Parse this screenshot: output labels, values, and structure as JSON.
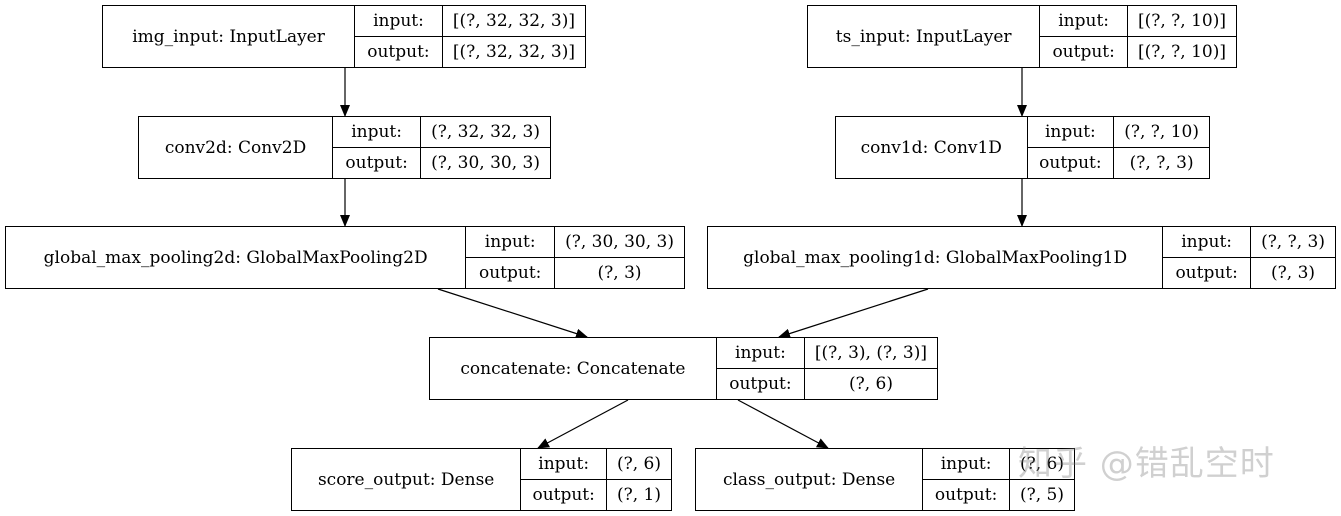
{
  "labels": {
    "input": "input:",
    "output": "output:"
  },
  "nodes": [
    {
      "id": "img_input",
      "name": "img_input: InputLayer",
      "input": "[(?, 32, 32, 3)]",
      "output": "[(?, 32, 32, 3)]"
    },
    {
      "id": "ts_input",
      "name": "ts_input: InputLayer",
      "input": "[(?, ?, 10)]",
      "output": "[(?, ?, 10)]"
    },
    {
      "id": "conv2d",
      "name": "conv2d: Conv2D",
      "input": "(?, 32, 32, 3)",
      "output": "(?, 30, 30, 3)"
    },
    {
      "id": "conv1d",
      "name": "conv1d: Conv1D",
      "input": "(?, ?, 10)",
      "output": "(?, ?, 3)"
    },
    {
      "id": "gmp2d",
      "name": "global_max_pooling2d: GlobalMaxPooling2D",
      "input": "(?, 30, 30, 3)",
      "output": "(?, 3)"
    },
    {
      "id": "gmp1d",
      "name": "global_max_pooling1d: GlobalMaxPooling1D",
      "input": "(?, ?, 3)",
      "output": "(?, 3)"
    },
    {
      "id": "concat",
      "name": "concatenate: Concatenate",
      "input": "[(?, 3), (?, 3)]",
      "output": "(?, 6)"
    },
    {
      "id": "score",
      "name": "score_output: Dense",
      "input": "(?, 6)",
      "output": "(?, 1)"
    },
    {
      "id": "class",
      "name": "class_output: Dense",
      "input": "(?, 6)",
      "output": "(?, 5)"
    }
  ],
  "edges": [
    [
      "img_input",
      "conv2d"
    ],
    [
      "conv2d",
      "gmp2d"
    ],
    [
      "ts_input",
      "conv1d"
    ],
    [
      "conv1d",
      "gmp1d"
    ],
    [
      "gmp2d",
      "concat"
    ],
    [
      "gmp1d",
      "concat"
    ],
    [
      "concat",
      "score"
    ],
    [
      "concat",
      "class"
    ]
  ],
  "watermark": "知乎 @错乱空时"
}
